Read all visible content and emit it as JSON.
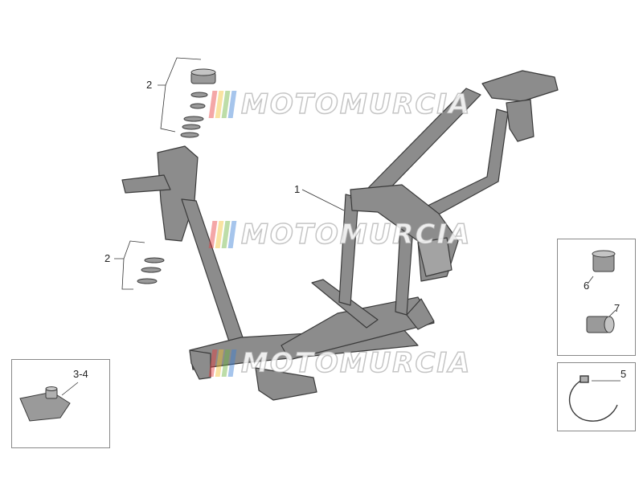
{
  "diagram": {
    "callouts": {
      "frame": "1",
      "upper_bearing_set": "2",
      "lower_bearing_set": "2",
      "clip_nut": "3-4",
      "cable_strap": "5",
      "bushing": "6",
      "spacer": "7"
    },
    "watermark": {
      "text": "MOTOMURCIA",
      "stripe_colors": [
        "#e63c3c",
        "#f2c230",
        "#6cb33f",
        "#3a7fd5"
      ]
    },
    "colors": {
      "part_fill": "#8c8c8c",
      "part_stroke": "#3a3a3a",
      "box_border": "#888888"
    }
  }
}
